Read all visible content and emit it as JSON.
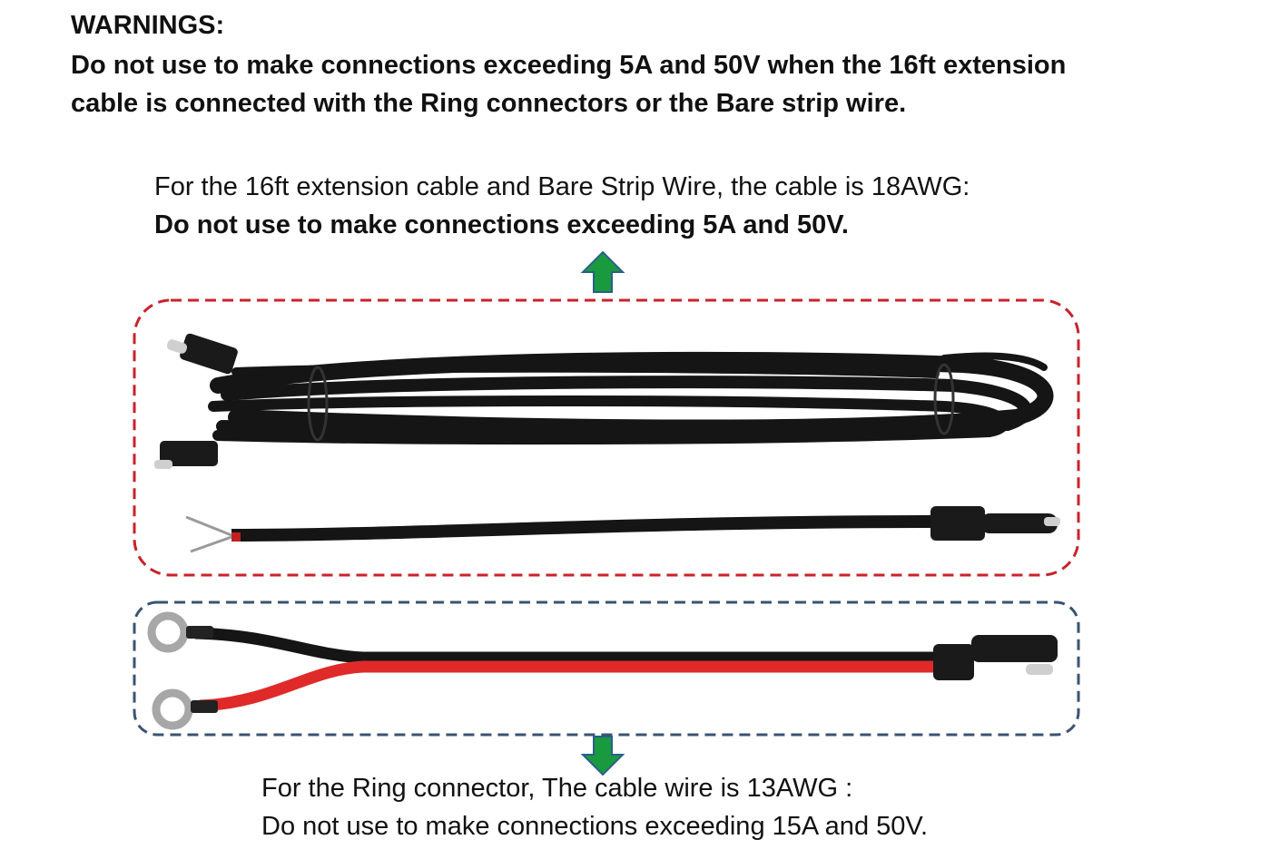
{
  "warning": {
    "title": "WARNINGS:",
    "line1": "Do not use to make connections exceeding 5A  and 50V when the 16ft extension",
    "line2": "cable is connected with the Ring connectors or the Bare strip wire."
  },
  "top_caption": {
    "line1": "For the 16ft extension cable and Bare Strip Wire, the cable is 18AWG:",
    "line2": "Do not use to make connections exceeding 5A  and 50V."
  },
  "bottom_caption": {
    "line1": "For the Ring connector, The cable wire is 13AWG :",
    "line2": "Do not use to make connections exceeding 15A  and 50V."
  },
  "colors": {
    "red_box": "#c8232c",
    "blue_box": "#3a5470",
    "arrow_fill": "#1a9a3e",
    "arrow_stroke": "#2b5f8a",
    "cable_black": "#151515",
    "cable_red": "#e02a2a"
  },
  "icons": {
    "up_arrow": "green-up-arrow-icon",
    "down_arrow": "green-down-arrow-icon"
  }
}
